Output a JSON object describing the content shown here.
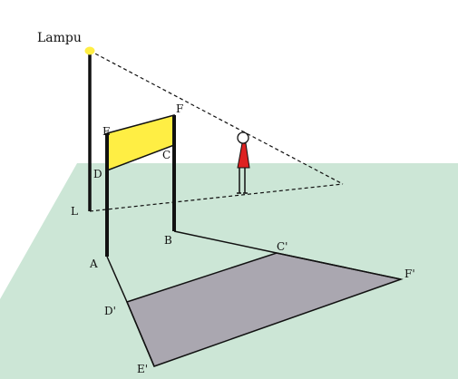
{
  "title": "Lampu",
  "points": {
    "L": "L",
    "A": "A",
    "B": "B",
    "C": "C",
    "D": "D",
    "E": "E",
    "F": "F",
    "C_shadow": "C'",
    "D_shadow": "D'",
    "E_shadow": "E'",
    "F_shadow": "F'"
  },
  "colors": {
    "ground": "#cce6d6",
    "board": "#ffee44",
    "shadow": "#aaa7b0",
    "lamp": "#ffee44",
    "person_shirt": "#dd2222"
  }
}
